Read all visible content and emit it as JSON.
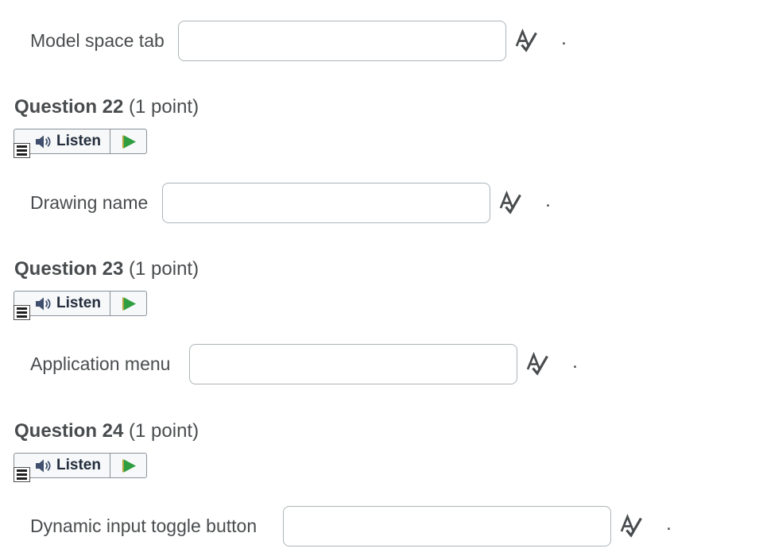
{
  "page": {
    "background": "#ffffff",
    "text_color": "#494c4e"
  },
  "intro_row": {
    "label": "Model space tab",
    "input_value": "",
    "period": "."
  },
  "questions": [
    {
      "title": "Question 22",
      "points": "(1 point)",
      "answer": {
        "label": "Drawing name",
        "input_value": "",
        "period": "."
      }
    },
    {
      "title": "Question 23",
      "points": "(1 point)",
      "answer": {
        "label": "Application menu",
        "input_value": "",
        "period": "."
      }
    },
    {
      "title": "Question 24",
      "points": "(1 point)",
      "answer": {
        "label": "Dynamic input toggle button",
        "input_value": "",
        "period": "."
      }
    }
  ],
  "listen_widget": {
    "label": "Listen",
    "icons": {
      "menu": {
        "name": "menu-icon",
        "glyph": "≡"
      },
      "speaker": {
        "name": "speaker-icon",
        "glyph": "🔊"
      },
      "play": {
        "name": "play-icon",
        "glyph": "▶"
      }
    }
  },
  "icons": {
    "spellcheck": {
      "name": "spellcheck-icon",
      "glyph": "A✓"
    }
  },
  "colors": {
    "play_green": "#2e9e41",
    "play_edge_yellow": "#b1a33b",
    "speaker_navy": "#3f4f6d",
    "widget_border": "#8a9299",
    "widget_bg": "#f6f8f9",
    "input_border": "#adb4b9",
    "text": "#494c4e"
  }
}
